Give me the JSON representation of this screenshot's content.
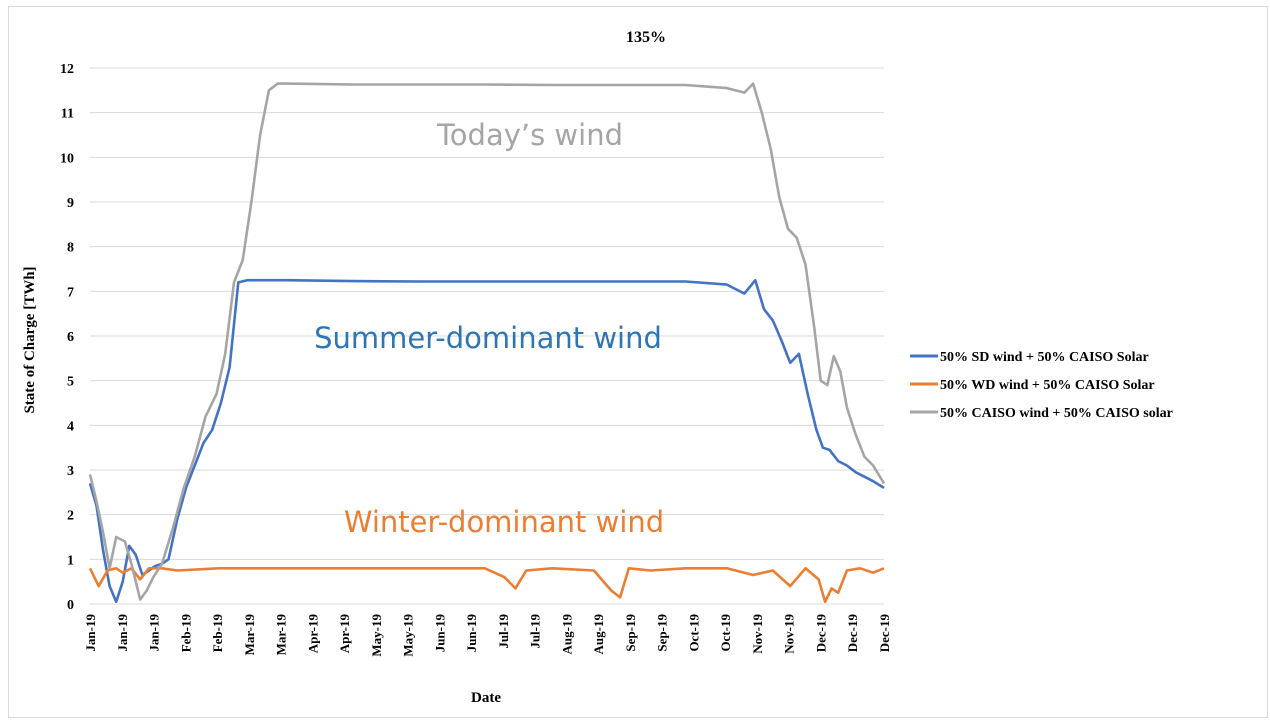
{
  "chart_data": {
    "type": "line",
    "title": "135%",
    "xlabel": "Date",
    "ylabel": "State of Charge [TWh]",
    "ylim": [
      0,
      12
    ],
    "yticks": [
      "0",
      "1",
      "2",
      "3",
      "4",
      "5",
      "6",
      "7",
      "8",
      "9",
      "10",
      "11",
      "12"
    ],
    "xticks": [
      "Jan-19",
      "Jan-19",
      "Jan-19",
      "Feb-19",
      "Feb-19",
      "Mar-19",
      "Mar-19",
      "Apr-19",
      "Apr-19",
      "May-19",
      "May-19",
      "Jun-19",
      "Jun-19",
      "Jul-19",
      "Jul-19",
      "Aug-19",
      "Aug-19",
      "Sep-19",
      "Sep-19",
      "Oct-19",
      "Oct-19",
      "Nov-19",
      "Nov-19",
      "Dec-19",
      "Dec-19",
      "Dec-19"
    ],
    "x_range": [
      "2019-01-01",
      "2019-12-31"
    ],
    "grid": "horizontal",
    "legend_position": "right",
    "annotations": [
      {
        "text": "Today’s wind",
        "color": "#a5a5a5"
      },
      {
        "text": "Summer-dominant wind",
        "color": "#2e75b6"
      },
      {
        "text": "Winter-dominant wind",
        "color": "#ed7d31"
      }
    ],
    "series": [
      {
        "name": "50% SD wind + 50% CAISO Solar",
        "color": "#4472c4",
        "x": [
          "2019-01-01",
          "2019-01-04",
          "2019-01-07",
          "2019-01-10",
          "2019-01-13",
          "2019-01-16",
          "2019-01-19",
          "2019-01-22",
          "2019-01-25",
          "2019-01-28",
          "2019-01-31",
          "2019-02-03",
          "2019-02-06",
          "2019-02-10",
          "2019-02-14",
          "2019-02-18",
          "2019-02-22",
          "2019-02-26",
          "2019-03-02",
          "2019-03-06",
          "2019-03-10",
          "2019-03-14",
          "2019-03-18",
          "2019-03-22",
          "2019-03-26",
          "2019-04-01",
          "2019-05-01",
          "2019-06-01",
          "2019-07-01",
          "2019-08-01",
          "2019-09-01",
          "2019-10-01",
          "2019-10-20",
          "2019-10-28",
          "2019-11-02",
          "2019-11-06",
          "2019-11-10",
          "2019-11-14",
          "2019-11-18",
          "2019-11-22",
          "2019-11-26",
          "2019-11-30",
          "2019-12-03",
          "2019-12-06",
          "2019-12-10",
          "2019-12-14",
          "2019-12-18",
          "2019-12-22",
          "2019-12-26",
          "2019-12-31"
        ],
        "values": [
          2.7,
          2.2,
          1.2,
          0.4,
          0.05,
          0.5,
          1.3,
          1.1,
          0.65,
          0.75,
          0.85,
          0.9,
          1.0,
          1.9,
          2.6,
          3.1,
          3.6,
          3.9,
          4.5,
          5.3,
          7.2,
          7.25,
          7.25,
          7.25,
          7.25,
          7.25,
          7.23,
          7.22,
          7.22,
          7.22,
          7.22,
          7.22,
          7.15,
          6.95,
          7.25,
          6.6,
          6.35,
          5.9,
          5.4,
          5.6,
          4.7,
          3.9,
          3.5,
          3.45,
          3.2,
          3.1,
          2.95,
          2.85,
          2.75,
          2.6
        ]
      },
      {
        "name": "50% WD wind + 50% CAISO Solar",
        "color": "#ed7d31",
        "x": [
          "2019-01-01",
          "2019-01-05",
          "2019-01-09",
          "2019-01-13",
          "2019-01-16",
          "2019-01-20",
          "2019-01-24",
          "2019-01-28",
          "2019-02-03",
          "2019-02-10",
          "2019-03-01",
          "2019-04-01",
          "2019-05-01",
          "2019-06-01",
          "2019-07-01",
          "2019-07-10",
          "2019-07-15",
          "2019-07-20",
          "2019-08-01",
          "2019-08-20",
          "2019-08-28",
          "2019-09-01",
          "2019-09-05",
          "2019-09-15",
          "2019-10-01",
          "2019-10-20",
          "2019-11-01",
          "2019-11-10",
          "2019-11-18",
          "2019-11-25",
          "2019-12-01",
          "2019-12-04",
          "2019-12-07",
          "2019-12-10",
          "2019-12-14",
          "2019-12-20",
          "2019-12-26",
          "2019-12-31"
        ],
        "values": [
          0.8,
          0.4,
          0.75,
          0.8,
          0.7,
          0.8,
          0.55,
          0.8,
          0.8,
          0.75,
          0.8,
          0.8,
          0.8,
          0.8,
          0.8,
          0.6,
          0.35,
          0.75,
          0.8,
          0.75,
          0.3,
          0.15,
          0.8,
          0.75,
          0.8,
          0.8,
          0.65,
          0.75,
          0.4,
          0.8,
          0.55,
          0.05,
          0.35,
          0.25,
          0.75,
          0.8,
          0.7,
          0.8
        ]
      },
      {
        "name": "50% CAISO wind + 50% CAISO solar",
        "color": "#a5a5a5",
        "x": [
          "2019-01-01",
          "2019-01-04",
          "2019-01-07",
          "2019-01-10",
          "2019-01-13",
          "2019-01-17",
          "2019-01-20",
          "2019-01-24",
          "2019-01-27",
          "2019-01-30",
          "2019-02-03",
          "2019-02-08",
          "2019-02-13",
          "2019-02-18",
          "2019-02-23",
          "2019-02-28",
          "2019-03-04",
          "2019-03-08",
          "2019-03-12",
          "2019-03-16",
          "2019-03-20",
          "2019-03-24",
          "2019-03-28",
          "2019-04-01",
          "2019-05-01",
          "2019-06-01",
          "2019-07-01",
          "2019-08-01",
          "2019-09-01",
          "2019-10-01",
          "2019-10-20",
          "2019-10-28",
          "2019-11-01",
          "2019-11-05",
          "2019-11-09",
          "2019-11-13",
          "2019-11-17",
          "2019-11-21",
          "2019-11-25",
          "2019-11-29",
          "2019-12-02",
          "2019-12-05",
          "2019-12-08",
          "2019-12-11",
          "2019-12-14",
          "2019-12-18",
          "2019-12-22",
          "2019-12-26",
          "2019-12-31"
        ],
        "values": [
          2.9,
          2.3,
          1.6,
          0.8,
          1.5,
          1.4,
          0.9,
          0.1,
          0.3,
          0.6,
          0.9,
          1.7,
          2.6,
          3.3,
          4.2,
          4.7,
          5.6,
          7.2,
          7.7,
          9.0,
          10.5,
          11.5,
          11.65,
          11.65,
          11.63,
          11.63,
          11.63,
          11.62,
          11.62,
          11.62,
          11.55,
          11.45,
          11.65,
          11.0,
          10.2,
          9.1,
          8.4,
          8.2,
          7.6,
          6.2,
          5.0,
          4.9,
          5.55,
          5.2,
          4.4,
          3.8,
          3.3,
          3.1,
          2.7
        ]
      }
    ]
  }
}
